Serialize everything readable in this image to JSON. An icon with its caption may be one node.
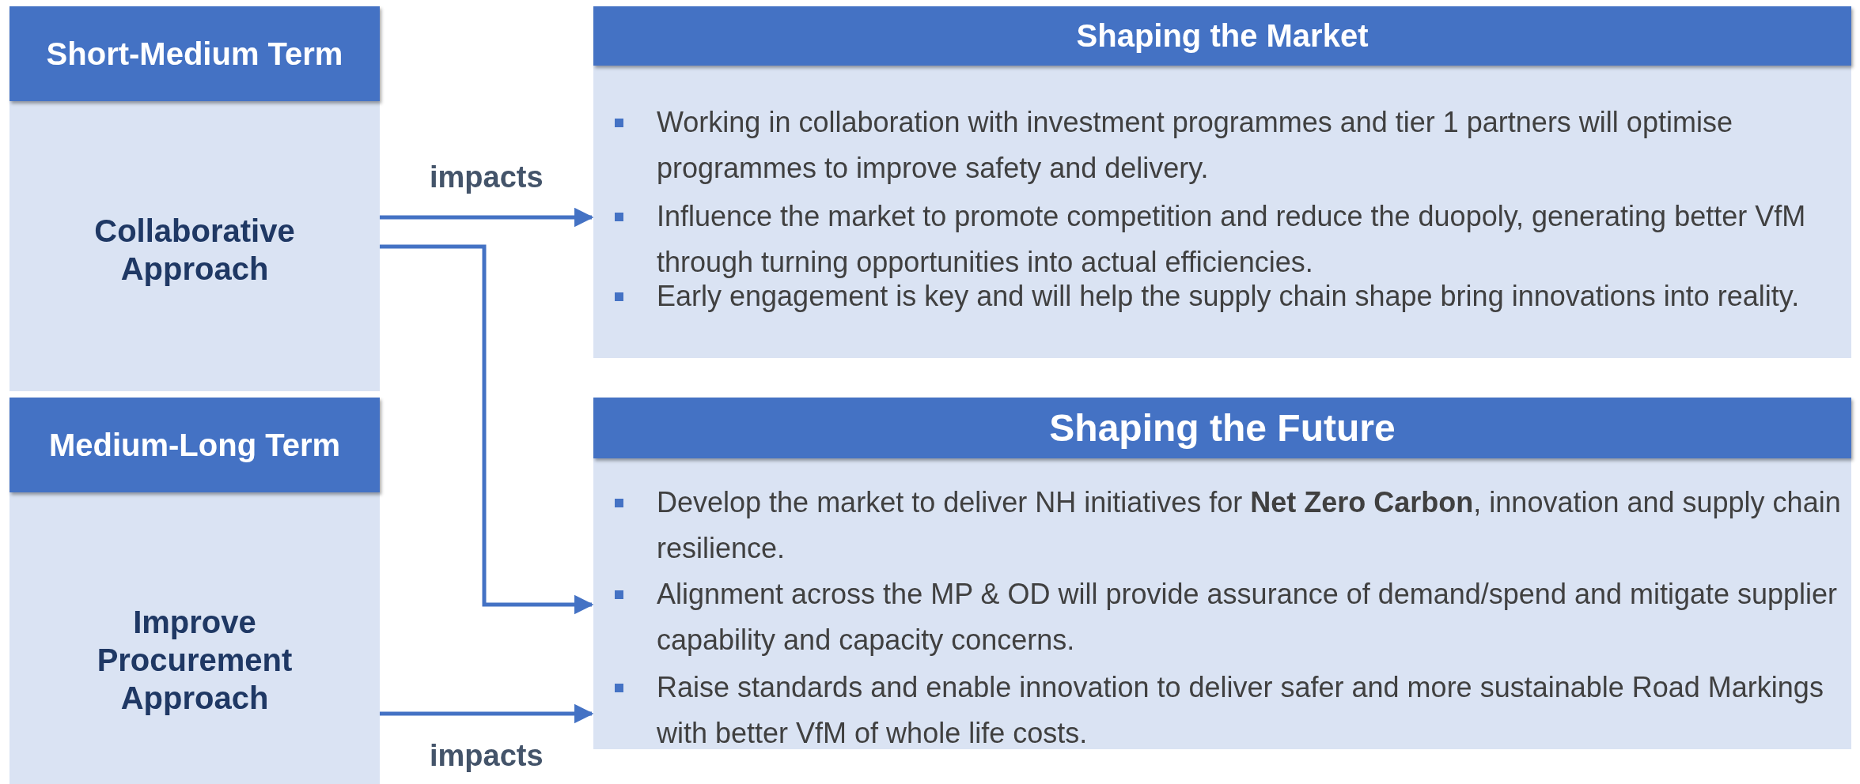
{
  "diagram": {
    "nodes": [
      {
        "text": [
          "Short-Medium Term",
          "Collaborative Approach"
        ]
      },
      {
        "text": [
          "Medium-Long Term",
          "Improve Procurement Approach"
        ]
      },
      {
        "text": [
          "Shaping the Market",
          "Working in collaboration with investment programmes and tier 1 partners will optimise programmes to improve safety and delivery.",
          "Influence the market to promote competition and reduce the duopoly, generating better VfM through turning opportunities into actual efficiencies.",
          "Early engagement is key and will help the supply chain shape bring innovations into reality."
        ]
      },
      {
        "text": [
          "Shaping the Future",
          "Develop the market to deliver NH initiatives for **Net Zero Carbon**, innovation and supply chain resilience.",
          "Alignment across the MP & OD will provide assurance of demand/spend and mitigate supplier capability and capacity concerns.",
          "Raise standards and enable innovation to deliver safer and more sustainable Road Markings with better VfM of whole life costs."
        ]
      }
    ],
    "edges": [
      {
        "from": 0,
        "to": 2,
        "arrow": "to",
        "label": "impacts"
      },
      {
        "from": 0,
        "to": 3,
        "arrow": "to"
      },
      {
        "from": 1,
        "to": 3,
        "arrow": "to",
        "label": "impacts"
      }
    ]
  }
}
